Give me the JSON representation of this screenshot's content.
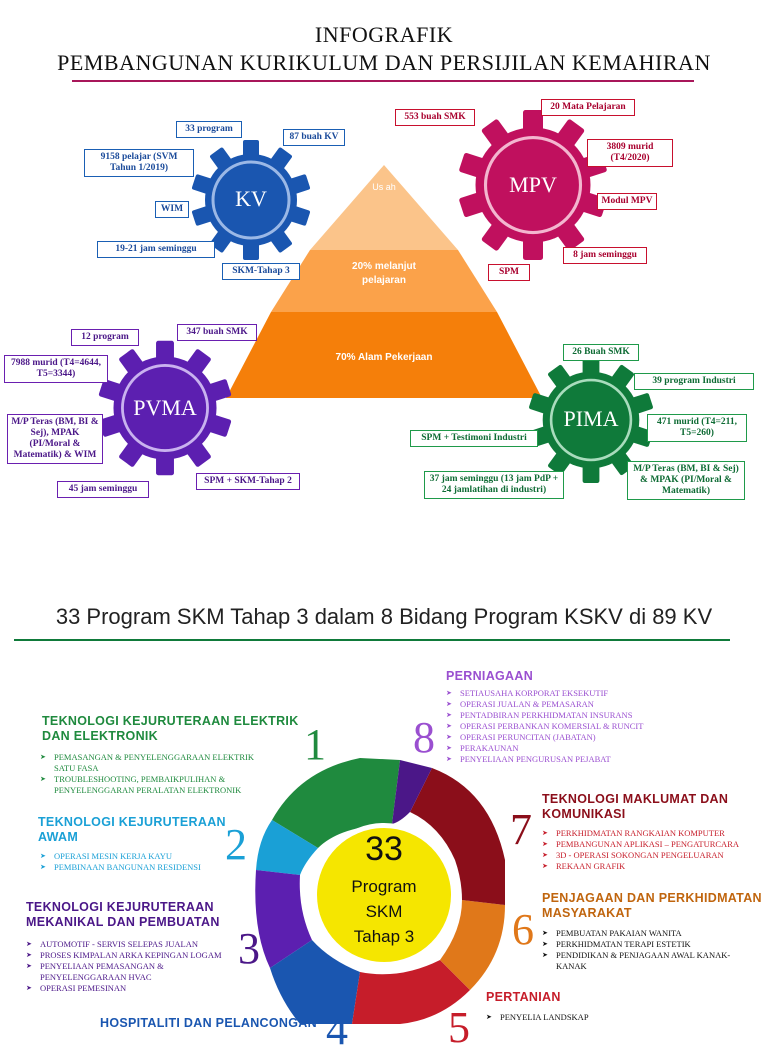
{
  "header": {
    "title1": "INFOGRAFIK",
    "title2": "PEMBANGUNAN KURIKULUM DAN PERSIJILAN KEMAHIRAN"
  },
  "pyramid": {
    "top": "Us ah",
    "middle": "20% melanjut pelajaran",
    "bottom": "70% Alam Pekerjaan"
  },
  "kv": {
    "name": "KV",
    "labels": {
      "programs": "33 program",
      "smk": "87 buah KV",
      "students": "9158 pelajar (SVM Tahun 1/2019)",
      "wim": "WIM",
      "hours": "19-21 jam seminggu",
      "cert": "SKM-Tahap 3"
    }
  },
  "mpv": {
    "name": "MPV",
    "labels": {
      "smk": "553 buah SMK",
      "subjects": "20 Mata Pelajaran",
      "students": "3809 murid (T4/2020)",
      "module": "Modul MPV",
      "hours": "8 jam seminggu",
      "cert": "SPM"
    }
  },
  "pvma": {
    "name": "PVMA",
    "labels": {
      "programs": "12 program",
      "smk": "347 buah SMK",
      "students": "7988 murid (T4=4644, T5=3344)",
      "core": "M/P Teras (BM, BI & Sej), MPAK (PI/Moral & Matematik) & WIM",
      "hours": "45 jam seminggu",
      "cert": "SPM + SKM-Tahap 2"
    }
  },
  "pima": {
    "name": "PIMA",
    "labels": {
      "smk": "26 Buah SMK",
      "programs": "39 program Industri",
      "students": "471 murid (T4=211, T5=260)",
      "cert": "SPM + Testimoni Industri",
      "hours": "37 jam seminggu (13 jam PdP + 24 jamlatihan di industri)",
      "core": "M/P Teras (BM, BI & Sej) & MPAK (PI/Moral & Matematik)"
    }
  },
  "section2": {
    "title": "33 Program SKM Tahap 3 dalam 8 Bidang Program KSKV di 89 KV",
    "center": {
      "num": "33",
      "line1": "Program",
      "line2": "SKM",
      "line3": "Tahap 3"
    },
    "fields": [
      {
        "num": "1",
        "title": "TEKNOLOGI KEJURUTERAAN ELEKTRIK DAN ELEKTRONIK",
        "items": [
          "PEMASANGAN & PENYELENGGARAAN ELEKTRIK SATU FASA",
          "TROUBLESHOOTING, PEMBAIKPULIHAN & PENYELENGGARAN PERALATAN ELEKTRONIK"
        ]
      },
      {
        "num": "2",
        "title": "TEKNOLOGI KEJURUTERAAN AWAM",
        "items": [
          "OPERASI MESIN KERJA KAYU",
          "PEMBINAAN BANGUNAN RESIDENSI"
        ]
      },
      {
        "num": "3",
        "title": "TEKNOLOGI KEJURUTERAAN MEKANIKAL DAN PEMBUATAN",
        "items": [
          "AUTOMOTIF - SERVIS SELEPAS JUALAN",
          "PROSES KIMPALAN ARKA KEPINGAN LOGAM",
          "PENYELIAAN PEMASANGAN & PENYELENGGARAAN HVAC",
          "OPERASI PEMESINAN"
        ]
      },
      {
        "num": "4",
        "title": "HOSPITALITI DAN PELANCONGAN",
        "items": []
      },
      {
        "num": "5",
        "title": "PERTANIAN",
        "items": [
          "PENYELIA LANDSKAP"
        ]
      },
      {
        "num": "6",
        "title": "PENJAGAAN DAN PERKHIDMATAN MASYARAKAT",
        "items": [
          "PEMBUATAN PAKAIAN WANITA",
          "PERKHIDMATAN TERAPI ESTETIK",
          "PENDIDIKAN & PENJAGAAN AWAL KANAK-KANAK"
        ]
      },
      {
        "num": "7",
        "title": "TEKNOLOGI MAKLUMAT DAN KOMUNIKASI",
        "items": [
          "PERKHIDMATAN RANGKAIAN KOMPUTER",
          "PEMBANGUNAN APLIKASI – PENGATURCARA",
          "3D - OPERASI SOKONGAN PENGELUARAN",
          "REKAAN GRAFIK"
        ]
      },
      {
        "num": "8",
        "title": "PERNIAGAAN",
        "items": [
          "SETIAUSAHA KORPORAT EKSEKUTIF",
          "OPERASI JUALAN & PEMASARAN",
          "PENTADBIRAN PERKHIDMATAN INSURANS",
          "OPERASI PERBANKAN KOMERSIAL & RUNCIT",
          "OPERASI PERUNCITAN (JABATAN)",
          "PERAKAUNAN",
          "PENYELIAAN PENGURUSAN PEJABAT"
        ]
      }
    ]
  },
  "colors": {
    "kv": "#1a56b0",
    "mpv": "#c0105e",
    "pvma": "#5c1fb0",
    "pima": "#0f7a3a",
    "pyramid_top": "#fbc48a",
    "pyramid_mid": "#fba24a",
    "pyramid_bottom": "#f57f0a",
    "accent": "#a8175a"
  }
}
